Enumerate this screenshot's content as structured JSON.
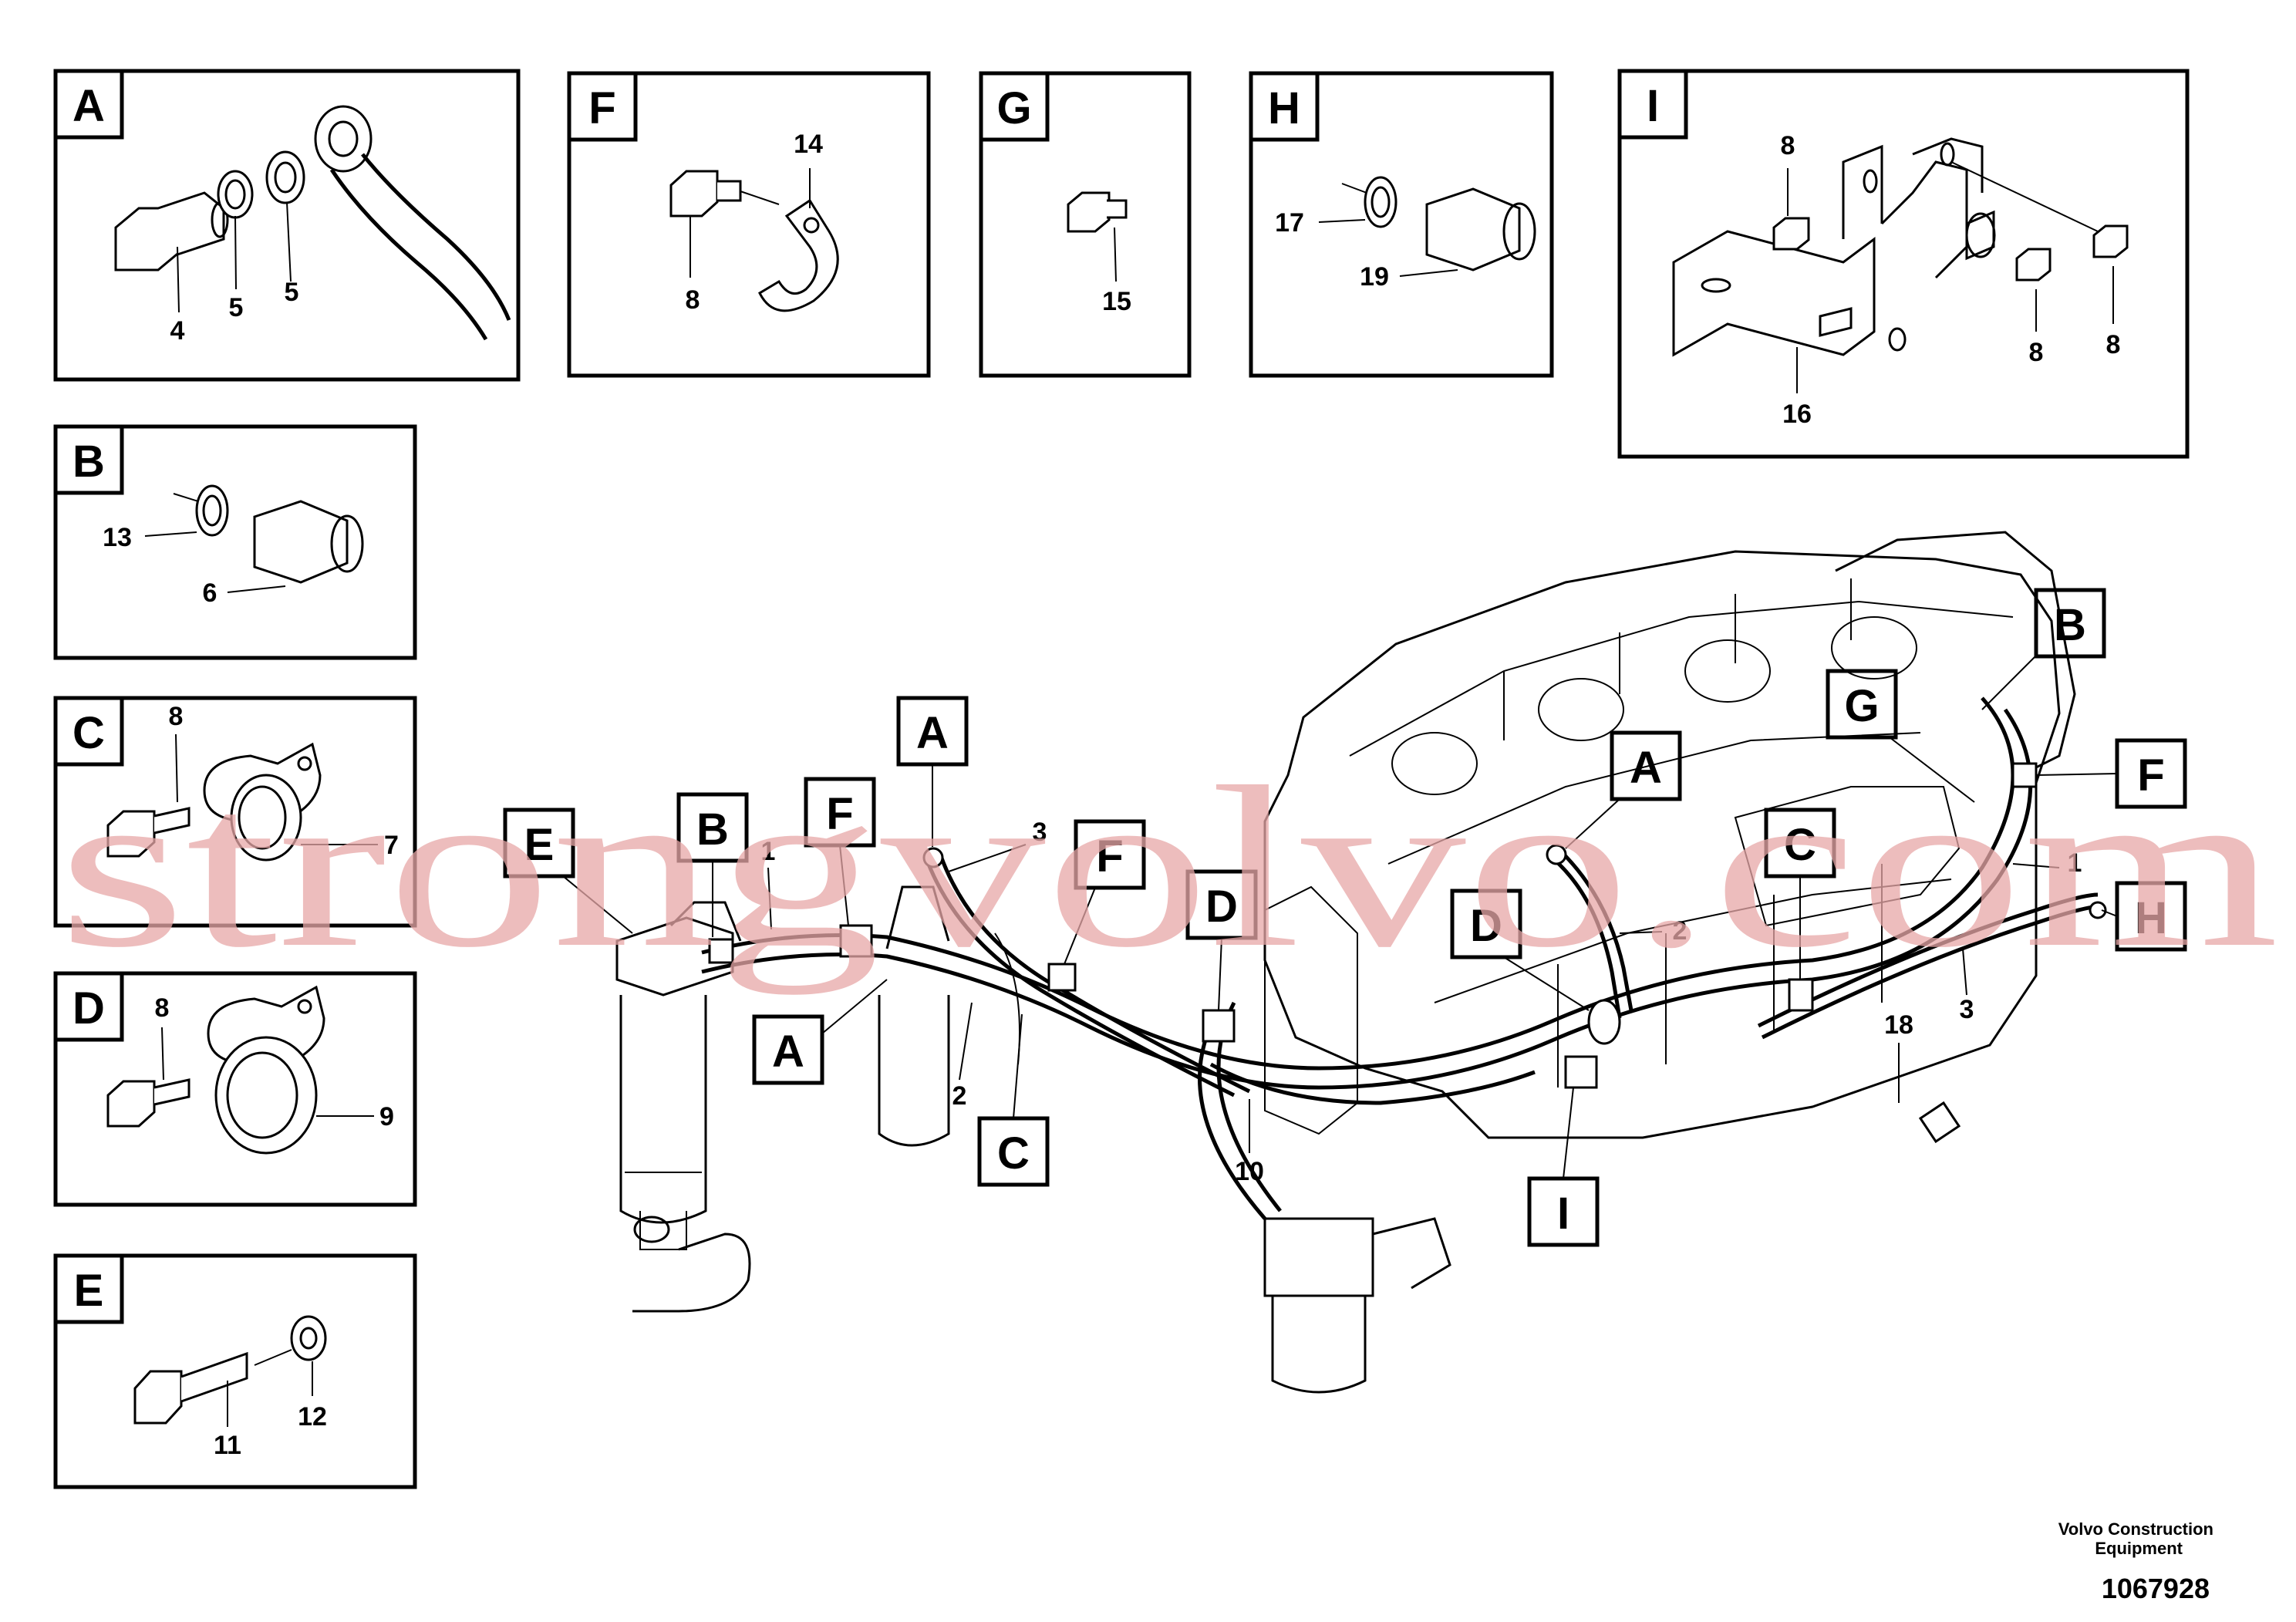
{
  "detail_panels": [
    {
      "letter": "A",
      "items": [
        "4",
        "5",
        "5"
      ]
    },
    {
      "letter": "F",
      "items": [
        "14",
        "8"
      ]
    },
    {
      "letter": "G",
      "items": [
        "15"
      ]
    },
    {
      "letter": "H",
      "items": [
        "17",
        "19"
      ]
    },
    {
      "letter": "I",
      "items": [
        "8",
        "8",
        "8",
        "16"
      ]
    },
    {
      "letter": "B",
      "items": [
        "13",
        "6"
      ]
    },
    {
      "letter": "C",
      "items": [
        "8",
        "7"
      ]
    },
    {
      "letter": "D",
      "items": [
        "8",
        "9"
      ]
    },
    {
      "letter": "E",
      "items": [
        "11",
        "12"
      ]
    }
  ],
  "main_callouts": {
    "letters": [
      "E",
      "B",
      "F",
      "A",
      "F",
      "D",
      "A",
      "C",
      "D",
      "A",
      "G",
      "B",
      "F",
      "C",
      "H",
      "I"
    ],
    "numbers": [
      "1",
      "3",
      "2",
      "10",
      "2",
      "1",
      "3",
      "18"
    ]
  },
  "watermark": "strongvolvo.com",
  "footer": {
    "company_line1": "Volvo Construction",
    "company_line2": "Equipment",
    "drawing_number": "1067928"
  }
}
